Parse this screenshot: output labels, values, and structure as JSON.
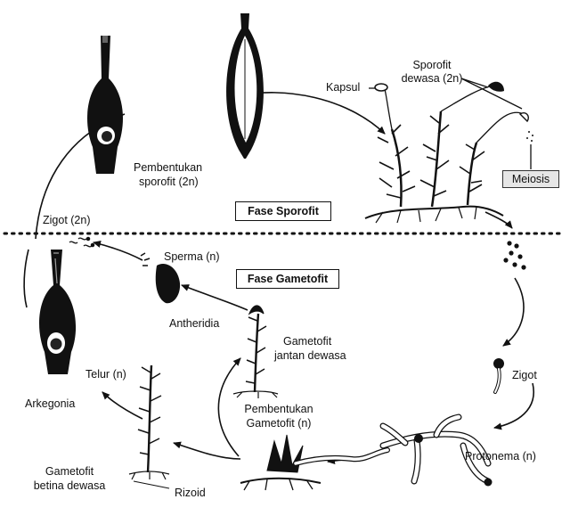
{
  "phases": {
    "sporophyte": "Fase Sporofit",
    "gametophyte": "Fase Gametofit"
  },
  "labels": {
    "kapsul": "Kapsul",
    "sporofit_dewasa_1": "Sporofit",
    "sporofit_dewasa_2": "dewasa (2n)",
    "meiosis": "Meiosis",
    "pembentukan_sporofit_1": "Pembentukan",
    "pembentukan_sporofit_2": "sporofit (2n)",
    "zigot_top": "Zigot (2n)",
    "sperma": "Sperma (n)",
    "antheridia": "Antheridia",
    "gametofit_jantan_1": "Gametofit",
    "gametofit_jantan_2": "jantan dewasa",
    "telur": "Telur (n)",
    "arkegonia": "Arkegonia",
    "pembentukan_gametofit_1": "Pembentukan",
    "pembentukan_gametofit_2": "Gametofit (n)",
    "zigot_right": "Zigot",
    "protonema": "Protonema (n)",
    "gametofit_betina_1": "Gametofit",
    "gametofit_betina_2": "betina dewasa",
    "rizoid": "Rizoid"
  }
}
